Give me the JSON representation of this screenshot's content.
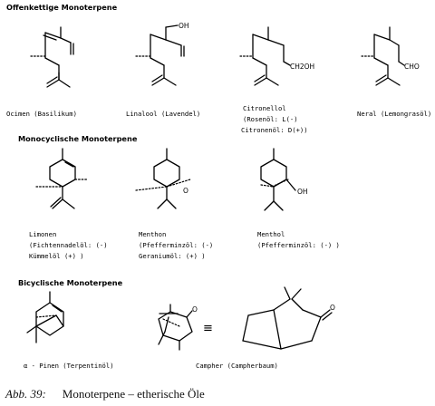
{
  "sections": {
    "open_chain": "Offenkettige Monoterpene",
    "monocyclic": "Monocyclische Monoterpene",
    "bicyclic": "Bicyclische Monoterpene"
  },
  "atoms": {
    "oh": "OH",
    "ch2oh": "CH2OH",
    "cho": "CHO",
    "o": "O",
    "equiv": "≡"
  },
  "compounds": {
    "ocimen": {
      "line1": "Ocimen (Basilikum)"
    },
    "linalool": {
      "line1": "Linalool (Lavendel)"
    },
    "citronellol": {
      "line1": "Citronellol",
      "line2": "(Rosenöl: L(-)",
      "line3": "Citronenöl: D(+))"
    },
    "neral": {
      "line1": "Neral (Lemongrasöl)"
    },
    "limonen": {
      "line1": "Limonen",
      "line2": "(Fichtennadelöl: (-)",
      "line3": "Kümmelöl (+) )"
    },
    "menthon": {
      "line1": "Menthon",
      "line2": "(Pfefferminzöl: (-)",
      "line3": "Geraniumöl: (+) )"
    },
    "menthol": {
      "line1": "Menthol",
      "line2": "(Pfefferminzöl: (-) )"
    },
    "pinen": {
      "line1": "α - Pinen (Terpentinöl)"
    },
    "campher": {
      "line1": "Campher (Campherbaum)"
    }
  },
  "caption": {
    "tag": "Abb. 39:",
    "text": "Monoterpene – etherische Öle"
  }
}
